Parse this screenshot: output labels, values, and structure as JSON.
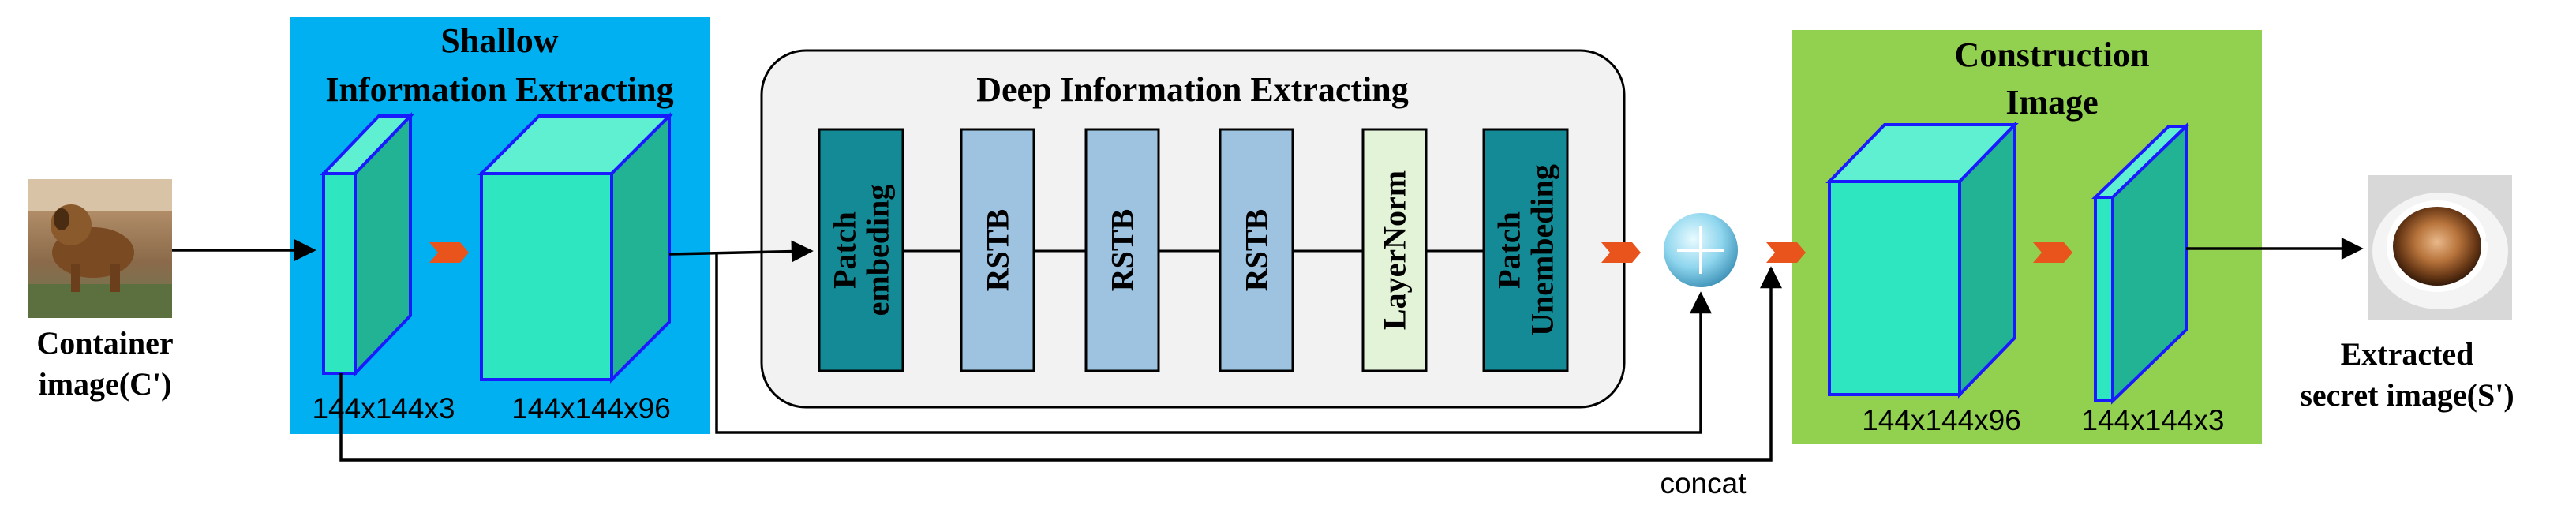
{
  "input": {
    "label_line1": "Container",
    "label_line2": "image(C')",
    "thumbnail": "puppy-photo"
  },
  "shallow": {
    "title_line1": "Shallow",
    "title_line2": "Information Extracting",
    "dim_small": "144x144x3",
    "dim_large": "144x144x96",
    "background_color": "#00b0f0"
  },
  "deep": {
    "title": "Deep Information Extracting",
    "blocks": [
      {
        "line1": "Patch",
        "line2": "embeding"
      },
      {
        "line1": "RSTB",
        "line2": ""
      },
      {
        "line1": "RSTB",
        "line2": ""
      },
      {
        "line1": "RSTB",
        "line2": ""
      },
      {
        "line1": "LayerNorm",
        "line2": ""
      },
      {
        "line1": "Patch",
        "line2": "Unembeding"
      }
    ],
    "background_color": "#f2f2f2"
  },
  "construction": {
    "title_line1": "Construction",
    "title_line2": "Image",
    "dim_large": "144x144x96",
    "dim_small": "144x144x3",
    "background_color": "#92d050"
  },
  "output": {
    "label_line1": "Extracted",
    "label_line2": "secret image(S')",
    "thumbnail": "coffee-cup-photo"
  },
  "concat_label": "concat",
  "colors": {
    "cube_front": "#2ee6c0",
    "cube_top": "#5ff0d2",
    "cube_side": "#22b394",
    "cube_edge": "#1a1aff",
    "patch_block": "#138a96",
    "rstb_block": "#9dc3e0",
    "norm_block": "#e2f3d8",
    "chevron": "#e8541c"
  }
}
